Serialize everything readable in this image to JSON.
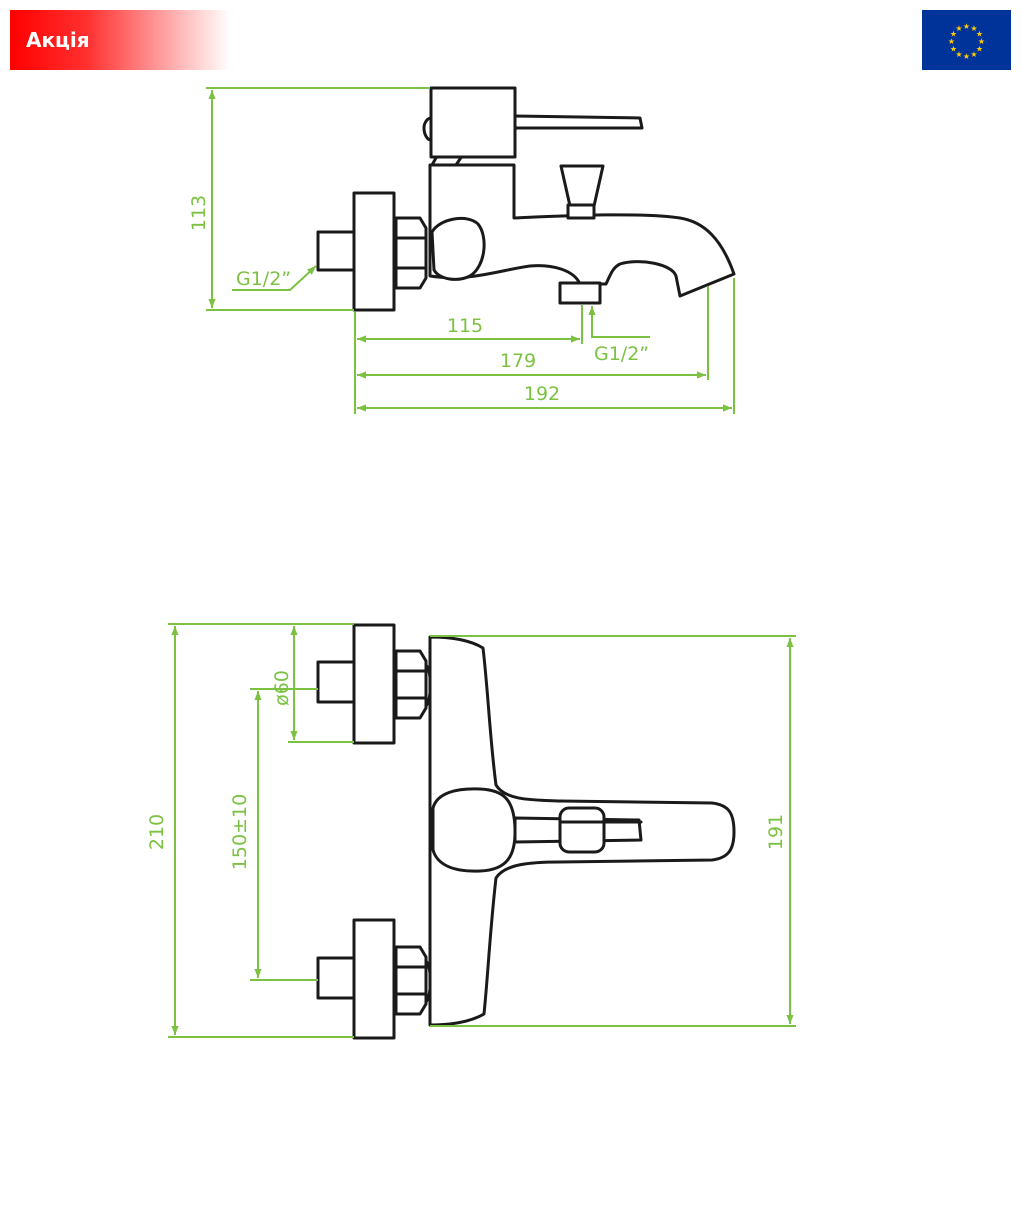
{
  "badge": {
    "label": "Акція",
    "color": "#ff0000"
  },
  "eu_flag": {
    "icon": "eu-flag-icon",
    "background": "#003399",
    "star_color": "#ffcc00"
  },
  "side_view": {
    "height": "113",
    "inlet_thread": "G1/2”",
    "outlet_thread": "G1/2”",
    "dim_inlet_to_outlet": "115",
    "dim_inlet_to_spout_tip": "179",
    "dim_total_length": "192"
  },
  "front_view": {
    "total_height": "210",
    "eccentric_spacing": "150±10",
    "flange_diameter": "ø60",
    "body_height": "191"
  },
  "colors": {
    "dimension": "#7cc242",
    "outline": "#1a1a1a"
  }
}
